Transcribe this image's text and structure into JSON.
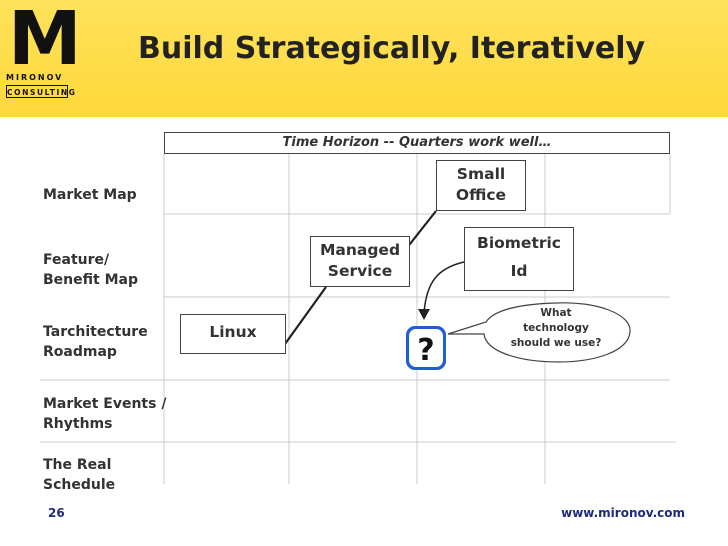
{
  "logo": {
    "letter": "M",
    "line1": "MIRONOV",
    "line2": "CONSULTING"
  },
  "title": "Build Strategically, Iteratively",
  "time_horizon": "Time Horizon -- Quarters work well…",
  "rows": [
    "Market Map",
    "Feature/ Benefit Map",
    "Tarchitecture Roadmap",
    "Market Events / Rhythms",
    "The Real Schedule"
  ],
  "boxes": {
    "small_office": [
      "Small",
      "Office"
    ],
    "managed_service": [
      "Managed",
      "Service"
    ],
    "biometric": [
      "Biometric",
      "Id"
    ],
    "linux": "Linux"
  },
  "callout": [
    "What",
    "technology",
    "should we use?"
  ],
  "question_mark": "?",
  "footer": {
    "page": "26",
    "url": "www.mironov.com"
  },
  "colors": {
    "header": "#ffd93a",
    "footer_text": "#1f2a7c",
    "grid": "#cccccc"
  }
}
